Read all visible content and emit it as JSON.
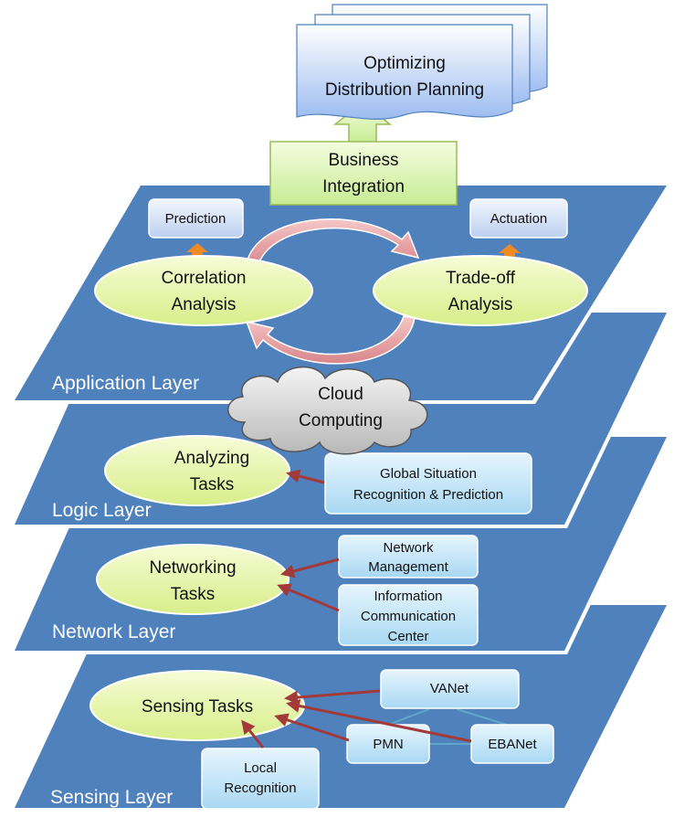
{
  "top_document": [
    "Optimizing",
    "Distribution Planning"
  ],
  "business_integration": [
    "Business",
    "Integration"
  ],
  "cloud": [
    "Cloud",
    "Computing"
  ],
  "layers": {
    "application": {
      "title": "Application Layer",
      "prediction": "Prediction",
      "actuation": "Actuation",
      "correlation": [
        "Correlation",
        "Analysis"
      ],
      "tradeoff": [
        "Trade-off",
        "Analysis"
      ]
    },
    "logic": {
      "title": "Logic Layer",
      "task": [
        "Analyzing",
        "Tasks"
      ],
      "global": [
        "Global Situation",
        "Recognition & Prediction"
      ]
    },
    "network": {
      "title": "Network Layer",
      "task": [
        "Networking",
        "Tasks"
      ],
      "management": [
        "Network",
        "Management"
      ],
      "icc": [
        "Information",
        "Communication",
        "Center"
      ]
    },
    "sensing": {
      "title": "Sensing Layer",
      "task": "Sensing Tasks",
      "vanet": "VANet",
      "pmn": "PMN",
      "ebanet": "EBANet",
      "local": [
        "Local",
        "Recognition"
      ]
    }
  },
  "colors": {
    "layer_fill": "#4f81bd",
    "oval_fill": "#e8f5b8",
    "box_fill": "#c6e3f7",
    "arrow_red": "#a33a3a",
    "arrow_orange": "#f08a24"
  }
}
